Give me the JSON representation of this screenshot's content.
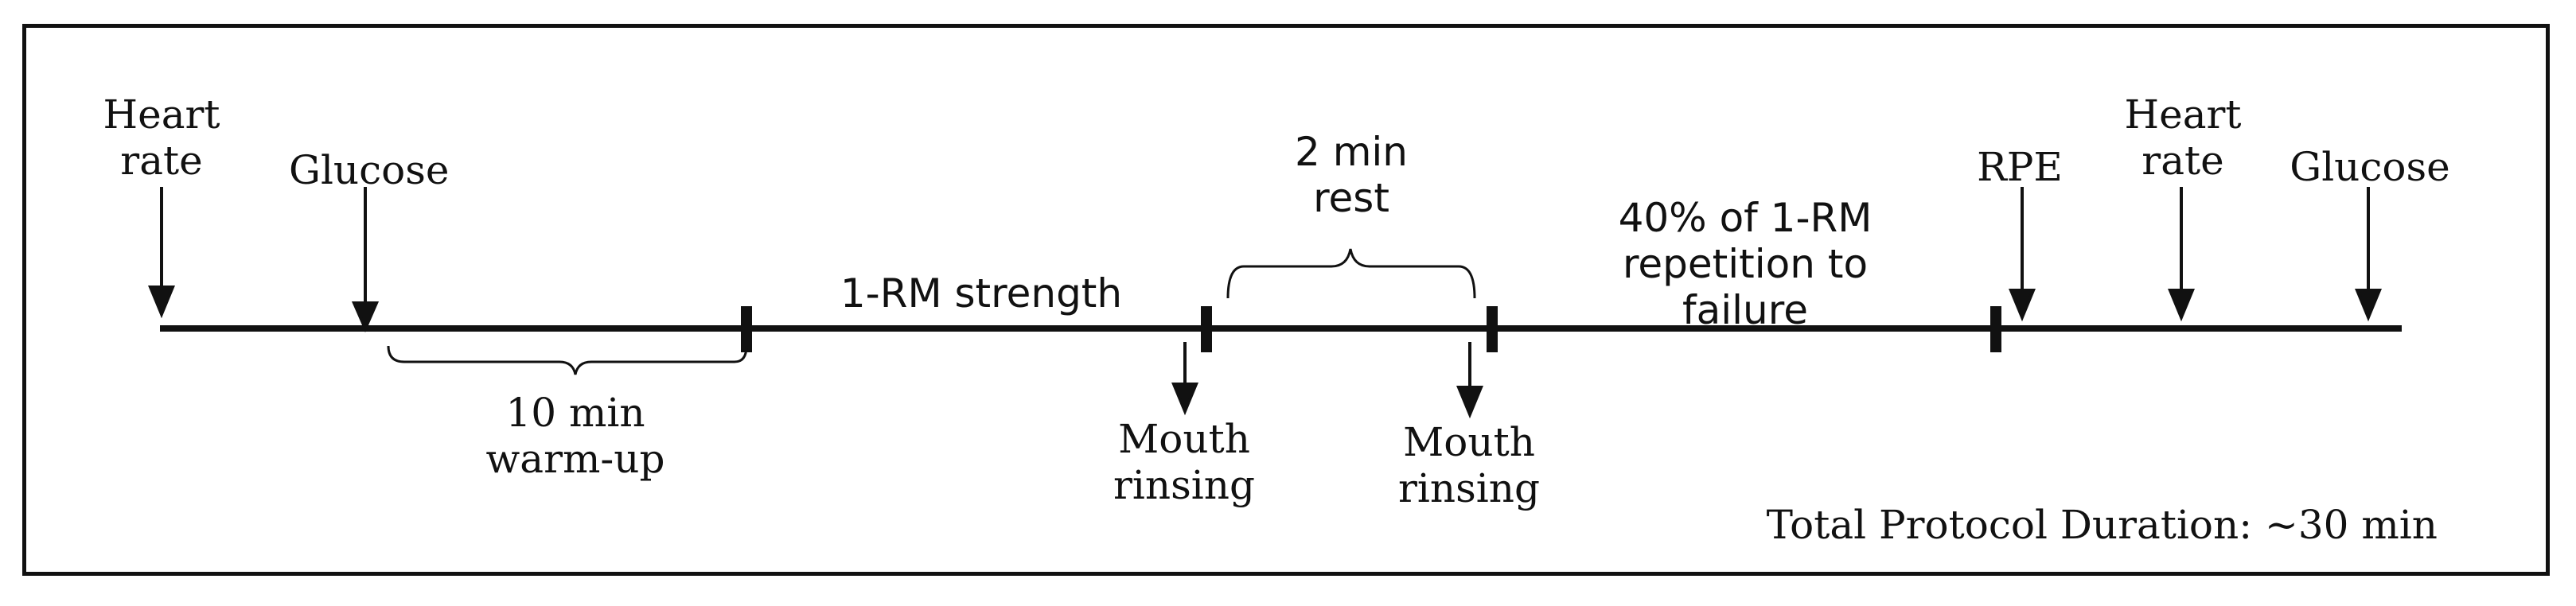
{
  "markers_top": [
    {
      "line1": "Heart",
      "line2": "rate"
    },
    {
      "line1": "Glucose"
    },
    {
      "line1": "RPE"
    },
    {
      "line1": "Heart",
      "line2": "rate"
    },
    {
      "line1": "Glucose"
    }
  ],
  "markers_bottom": [
    {
      "line1": "Mouth",
      "line2": "rinsing"
    },
    {
      "line1": "Mouth",
      "line2": "rinsing"
    }
  ],
  "phases": {
    "warmup": {
      "line1": "10 min",
      "line2": "warm-up"
    },
    "strength": {
      "line1": "1-RM strength"
    },
    "rest": {
      "line1": "2 min",
      "line2": "rest"
    },
    "failure": {
      "line1": "40% of 1-RM",
      "line2": "repetition to",
      "line3": "failure"
    }
  },
  "total_duration": "Total Protocol Duration: ~30 min",
  "colors": {
    "ink": "#111111",
    "background": "#ffffff"
  }
}
